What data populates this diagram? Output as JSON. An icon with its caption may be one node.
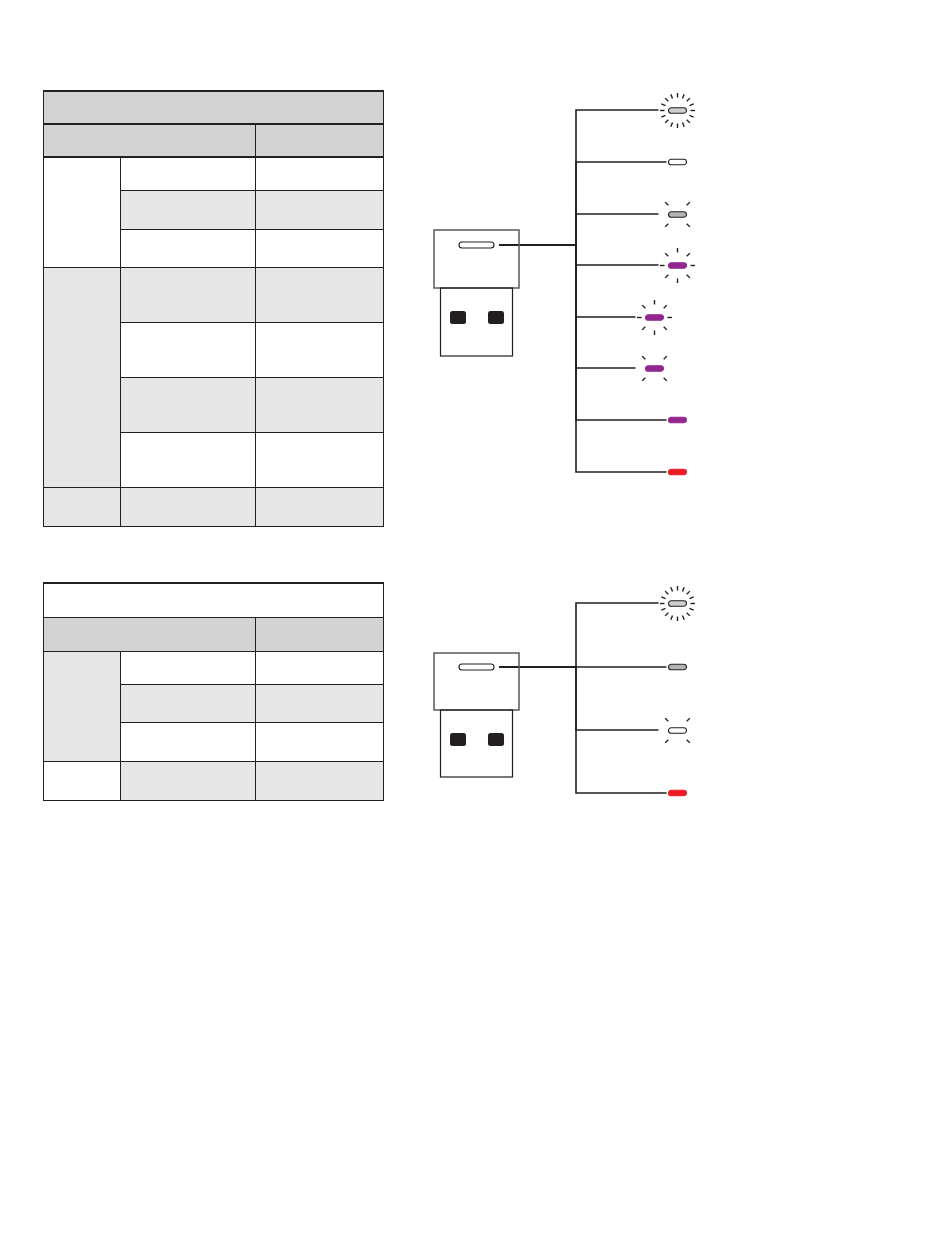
{
  "diagram": {
    "nodes": [
      {
        "text": [],
        "shape": "picture"
      },
      {
        "text": [],
        "shape": "bar"
      },
      {
        "text": [],
        "shape": "bar"
      },
      {
        "text": [],
        "shape": "bar"
      },
      {
        "text": [],
        "shape": "bar"
      },
      {
        "text": [],
        "shape": "bar"
      },
      {
        "text": [],
        "shape": "bar"
      },
      {
        "text": [],
        "shape": "bar"
      },
      {
        "text": [],
        "shape": "bar"
      },
      {
        "text": [],
        "shape": "picture"
      },
      {
        "text": [],
        "shape": "bar"
      },
      {
        "text": [],
        "shape": "bar"
      },
      {
        "text": [],
        "shape": "bar"
      },
      {
        "text": [],
        "shape": "bar"
      }
    ],
    "edges": [
      {
        "from": 0,
        "to": 1,
        "arrow": "none"
      },
      {
        "from": 0,
        "to": 2,
        "arrow": "none"
      },
      {
        "from": 0,
        "to": 3,
        "arrow": "none"
      },
      {
        "from": 0,
        "to": 4,
        "arrow": "none"
      },
      {
        "from": 0,
        "to": 5,
        "arrow": "none"
      },
      {
        "from": 0,
        "to": 6,
        "arrow": "none"
      },
      {
        "from": 0,
        "to": 7,
        "arrow": "none"
      },
      {
        "from": 0,
        "to": 8,
        "arrow": "none"
      },
      {
        "from": 9,
        "to": 10,
        "arrow": "none"
      },
      {
        "from": 9,
        "to": 11,
        "arrow": "none"
      },
      {
        "from": 9,
        "to": 12,
        "arrow": "none"
      },
      {
        "from": 9,
        "to": 13,
        "arrow": "none"
      }
    ]
  }
}
